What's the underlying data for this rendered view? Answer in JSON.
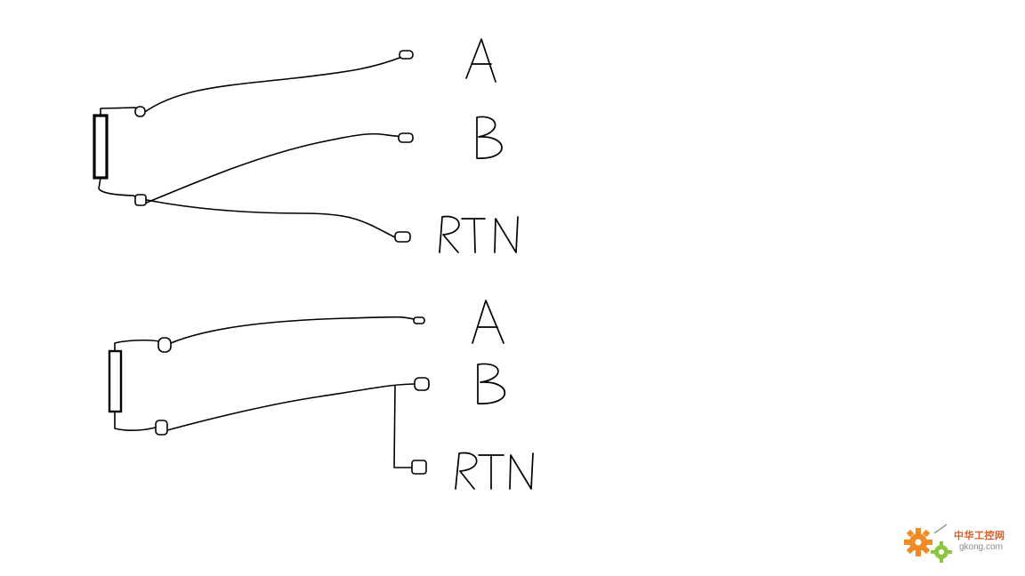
{
  "diagram": {
    "top_circuit": {
      "labels": [
        "A",
        "B",
        "RTN"
      ]
    },
    "bottom_circuit": {
      "labels": [
        "A",
        "B",
        "RTN"
      ]
    }
  },
  "watermark": {
    "cn": "中华工控网",
    "en": "gkong.com",
    "icon": "gear-icon",
    "colors": {
      "orange": "#f08a24",
      "green": "#8cc63f"
    }
  }
}
